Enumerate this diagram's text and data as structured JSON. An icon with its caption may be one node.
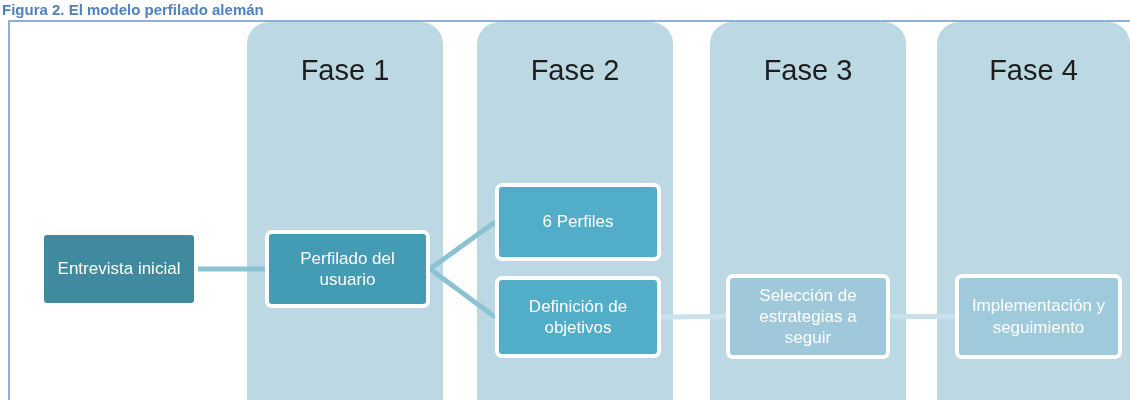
{
  "diagram": {
    "title": "Figura 2. El modelo perfilado alemán",
    "nodes": [
      {
        "text": [
          "Fase 1"
        ]
      },
      {
        "text": [
          "Fase 2"
        ]
      },
      {
        "text": [
          "Fase 3"
        ]
      },
      {
        "text": [
          "Fase 4"
        ]
      },
      {
        "text": [
          "Entrevista inicial"
        ]
      },
      {
        "text": [
          "Perfilado del usuario"
        ],
        "in": 0
      },
      {
        "text": [
          "6 Perfiles"
        ],
        "in": 1
      },
      {
        "text": [
          "Definición de objetivos"
        ],
        "in": 1
      },
      {
        "text": [
          "Selección de estrategias a seguir"
        ],
        "in": 2
      },
      {
        "text": [
          "Implementación y seguimiento"
        ],
        "in": 3
      }
    ],
    "edges": [
      {
        "from": 4,
        "to": 5,
        "arrow": "none"
      },
      {
        "from": 5,
        "to": 6,
        "arrow": "none"
      },
      {
        "from": 5,
        "to": 7,
        "arrow": "none"
      },
      {
        "from": 7,
        "to": 8,
        "arrow": "none",
        "color": "#c8e1ea"
      },
      {
        "from": 8,
        "to": 9,
        "arrow": "none",
        "color": "#c8e1ea"
      }
    ]
  }
}
